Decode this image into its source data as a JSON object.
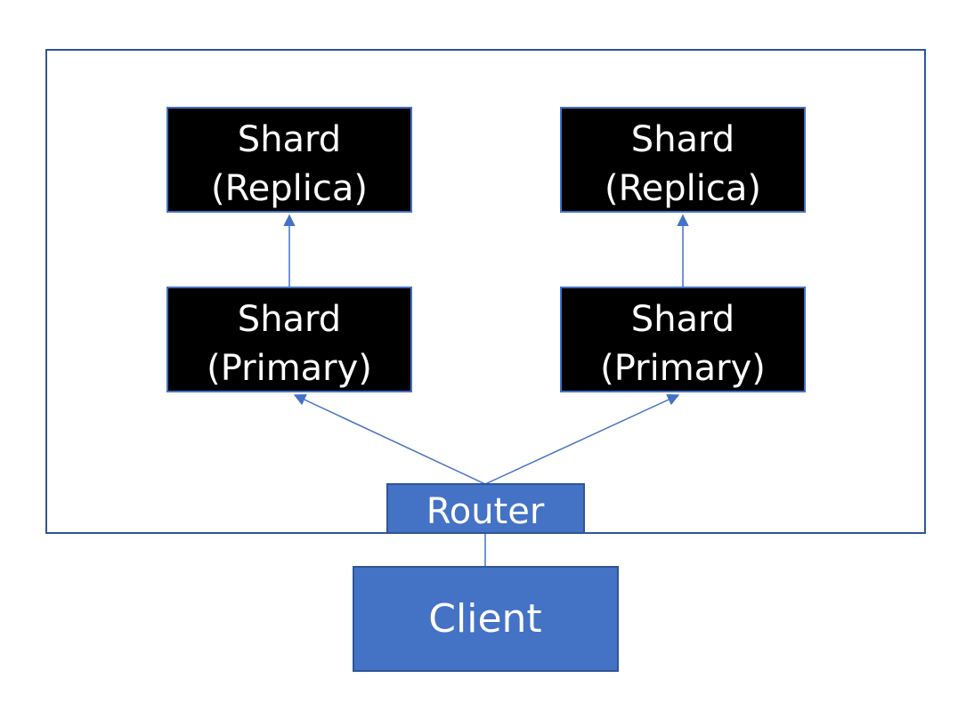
{
  "nodes": {
    "replica_left": {
      "line1": "Shard",
      "line2": "(Replica)"
    },
    "replica_right": {
      "line1": "Shard",
      "line2": "(Replica)"
    },
    "primary_left": {
      "line1": "Shard",
      "line2": "(Primary)"
    },
    "primary_right": {
      "line1": "Shard",
      "line2": "(Primary)"
    },
    "router": {
      "label": "Router"
    },
    "client": {
      "label": "Client"
    }
  },
  "colors": {
    "shard_fill": "#000000",
    "shard_border": "#4472c4",
    "blue_fill": "#4472c4",
    "blue_border": "#2f5597",
    "connector": "#4472c4",
    "container_border": "#2f5597",
    "text": "#ffffff"
  }
}
